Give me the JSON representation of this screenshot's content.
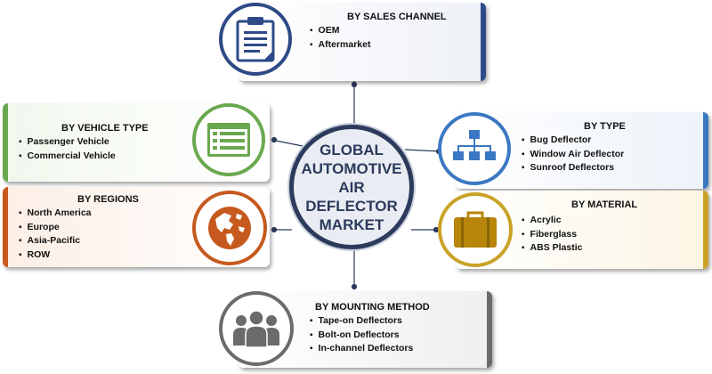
{
  "center": {
    "lines": [
      "GLOBAL",
      "AUTOMOTIVE",
      "AIR",
      "DEFLECTOR",
      "MARKET"
    ]
  },
  "segments": {
    "sales_channel": {
      "title": "BY SALES CHANNEL",
      "items": [
        "OEM",
        "Aftermarket"
      ],
      "color": "#2e4a86",
      "icon": "clipboard-icon"
    },
    "vehicle_type": {
      "title": "BY VEHICLE TYPE",
      "items": [
        "Passenger Vehicle",
        "Commercial Vehicle"
      ],
      "color": "#6aa84f",
      "icon": "list-window-icon"
    },
    "type": {
      "title": "BY TYPE",
      "items": [
        "Bug Deflector",
        "Window Air Deflector",
        "Sunroof Deflectors"
      ],
      "color": "#3b78c2",
      "icon": "hierarchy-icon"
    },
    "regions": {
      "title": "BY REGIONS",
      "items": [
        "North America",
        "Europe",
        "Asia-Pacific",
        "ROW"
      ],
      "color": "#c65a1e",
      "icon": "globe-icon"
    },
    "material": {
      "title": "BY MATERIAL",
      "items": [
        "Acrylic",
        "Fiberglass",
        "ABS Plastic"
      ],
      "color": "#c9a227",
      "icon": "suitcase-icon"
    },
    "mounting_method": {
      "title": "BY  MOUNTING METHOD",
      "items": [
        "Tape-on Deflectors",
        "Bolt-on Deflectors",
        "In-channel Deflectors"
      ],
      "color": "#6b6b6b",
      "icon": "people-group-icon"
    }
  }
}
